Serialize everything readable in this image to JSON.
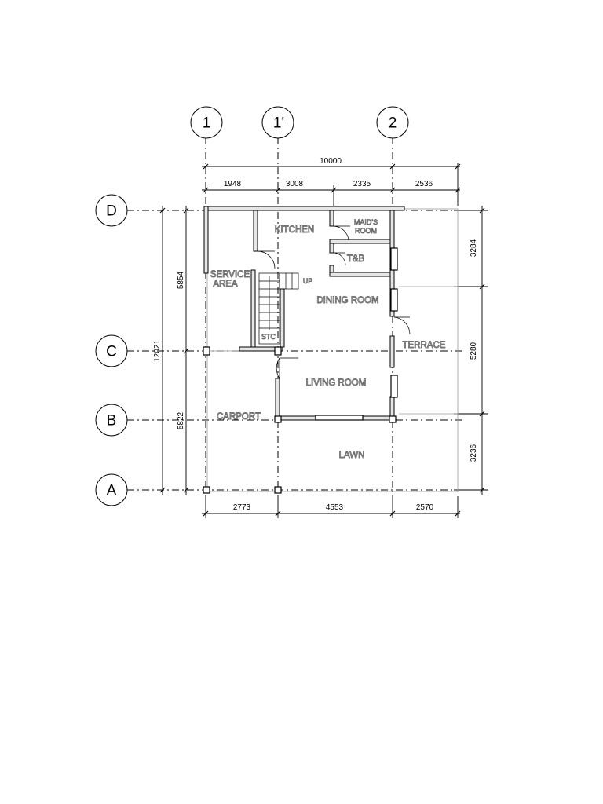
{
  "grid": {
    "columns": [
      "1",
      "1'",
      "2"
    ],
    "rows": [
      "D",
      "C",
      "B",
      "A"
    ]
  },
  "dimensions": {
    "overall_top": "10000",
    "top": [
      "1948",
      "3008",
      "2335",
      "2536"
    ],
    "bottom": [
      "2773",
      "4553",
      "2570"
    ],
    "left_overall": "12021",
    "left": [
      "5854",
      "5822"
    ],
    "right": [
      "3284",
      "5280",
      "3236"
    ]
  },
  "rooms": {
    "kitchen": "KITCHEN",
    "maids_room_line1": "MAID'S",
    "maids_room_line2": "ROOM",
    "tb": "T&B",
    "service_area_line1": "SERVICE",
    "service_area_line2": "AREA",
    "up": "UP",
    "dining_room": "DINING ROOM",
    "stc": "STC",
    "terrace": "TERRACE",
    "living_room": "LIVING ROOM",
    "carport": "CARPORT",
    "lawn": "LAWN"
  }
}
